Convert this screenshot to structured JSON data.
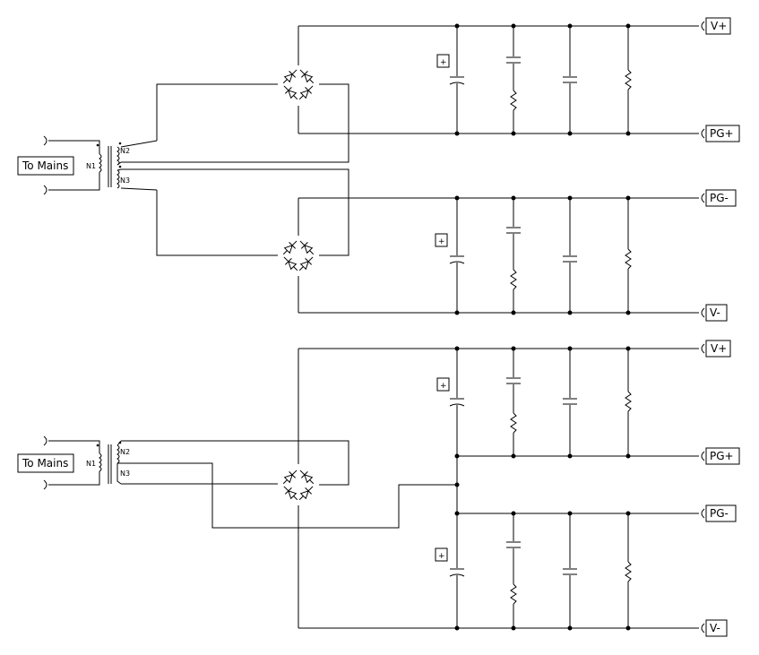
{
  "labels": {
    "mains": "To Mains",
    "n1": "N1",
    "n2": "N2",
    "n3": "N3",
    "polarity": "+",
    "v_plus": "V+",
    "pg_plus": "PG+",
    "pg_minus": "PG-",
    "v_minus": "V-"
  },
  "circuits": [
    {
      "id": "dual-bridge-supply",
      "ports": [
        "V+",
        "PG+",
        "PG-",
        "V-"
      ]
    },
    {
      "id": "center-tap-supply",
      "ports": [
        "V+",
        "PG+",
        "PG-",
        "V-"
      ]
    }
  ]
}
